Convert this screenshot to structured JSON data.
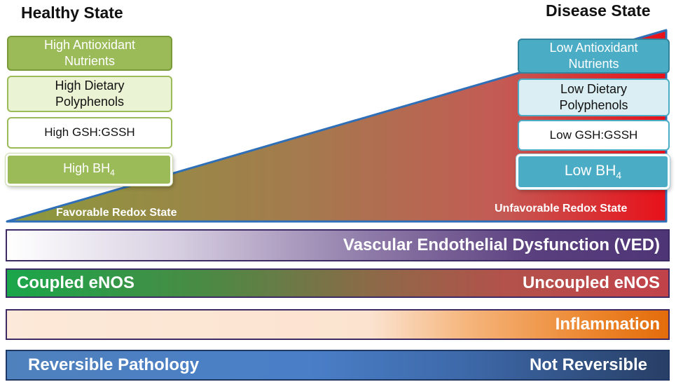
{
  "healthy_state": {
    "title": "Healthy State",
    "boxes": {
      "antioxidant": [
        "High Antioxidant",
        "Nutrients"
      ],
      "polyphenols": [
        "High Dietary",
        "Polyphenols"
      ],
      "gsh": "High GSH:GSSH",
      "bh4_base": "High BH",
      "bh4_sub": "4"
    }
  },
  "disease_state": {
    "title": "Disease State",
    "boxes": {
      "antioxidant": [
        "Low Antioxidant",
        "Nutrients"
      ],
      "polyphenols": [
        "Low Dietary",
        "Polyphenols"
      ],
      "gsh": "Low GSH:GSSH",
      "bh4_base": "Low BH",
      "bh4_sub": "4"
    }
  },
  "redox": {
    "favorable": "Favorable Redox State",
    "unfavorable": "Unfavorable Redox State"
  },
  "bars": {
    "ved": "Vascular Endothelial Dysfunction (VED)",
    "enos_left": "Coupled eNOS",
    "enos_right": "Uncoupled eNOS",
    "inflammation": "Inflammation",
    "reversible_left": "Reversible Pathology",
    "reversible_right": "Not Reversible"
  },
  "colors": {
    "healthy_green": "#9bbb59",
    "disease_blue": "#4bacc6",
    "wedge_start": "#8a9a3c",
    "wedge_end": "#e8111a",
    "wedge_outline": "#2f6fb8"
  }
}
